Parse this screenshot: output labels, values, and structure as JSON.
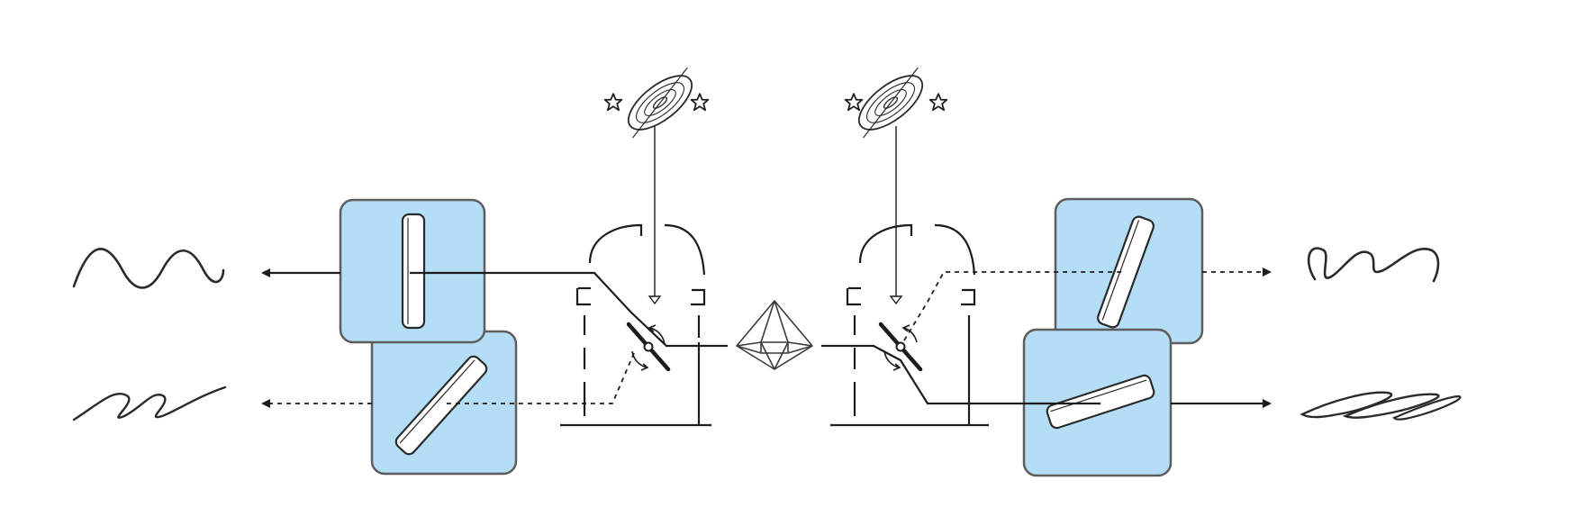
{
  "colors": {
    "background": "#ffffff",
    "box_fill": "#b4ddf6",
    "box_stroke": "#5d5d5d",
    "line": "#1c1c1c",
    "crystal_fill": "#ffffff"
  },
  "icons": {
    "light_source": "galaxy-disc-icon",
    "stars": "star-outline-icon",
    "crystal": "octahedron-crystal-icon",
    "rotation": "rotate-arrows-icon"
  },
  "beams": {
    "left_top": "solid",
    "left_bottom": "dashed",
    "right_top": "dashed",
    "right_bottom": "solid"
  },
  "waves": {
    "left_top": "wide-sine",
    "left_bottom": "slanted-loops",
    "right_top": "steep-zigzag",
    "right_bottom": "flattened-ellipses"
  }
}
